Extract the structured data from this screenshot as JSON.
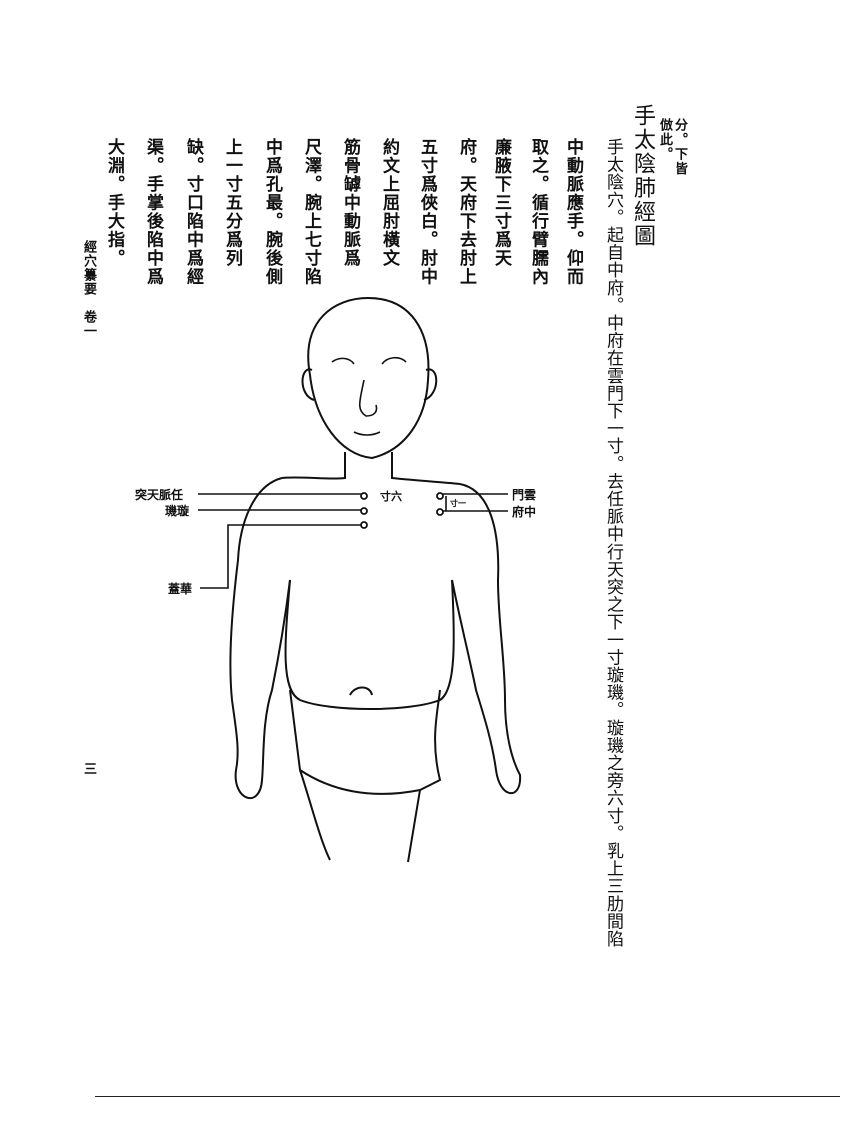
{
  "header_note": [
    "分。下皆",
    "倣此。"
  ],
  "title": "手太陰肺經圖",
  "main_column": "手太陰穴。起自中府。中府在雲門下一寸。去任脈中行天突之下一寸璇璣。璇璣之旁六寸。乳上三肋間陷",
  "columns": [
    "中動脈應手。仰而",
    "取之。循行臂臑內",
    "廉腋下三寸爲天",
    "府。天府下去肘上",
    "五寸爲俠白。肘中",
    "約文上屈肘橫文",
    "筋骨罅中動脈爲",
    "尺澤。腕上七寸陷",
    "中爲孔最。腕後側",
    "上一寸五分爲列",
    "缺。寸口陷中爲經",
    "渠。手掌後陷中爲",
    "大淵。手大指。"
  ],
  "footer": {
    "book": "經穴纂要　卷一",
    "page": "三"
  },
  "figure_labels": {
    "tiantu": "任脈天突",
    "xuanji": "璇璣",
    "huagai": "華蓋",
    "six_cun": "六寸",
    "one_cun": "一寸",
    "yunmen": "雲門",
    "zhongfu": "中府"
  }
}
